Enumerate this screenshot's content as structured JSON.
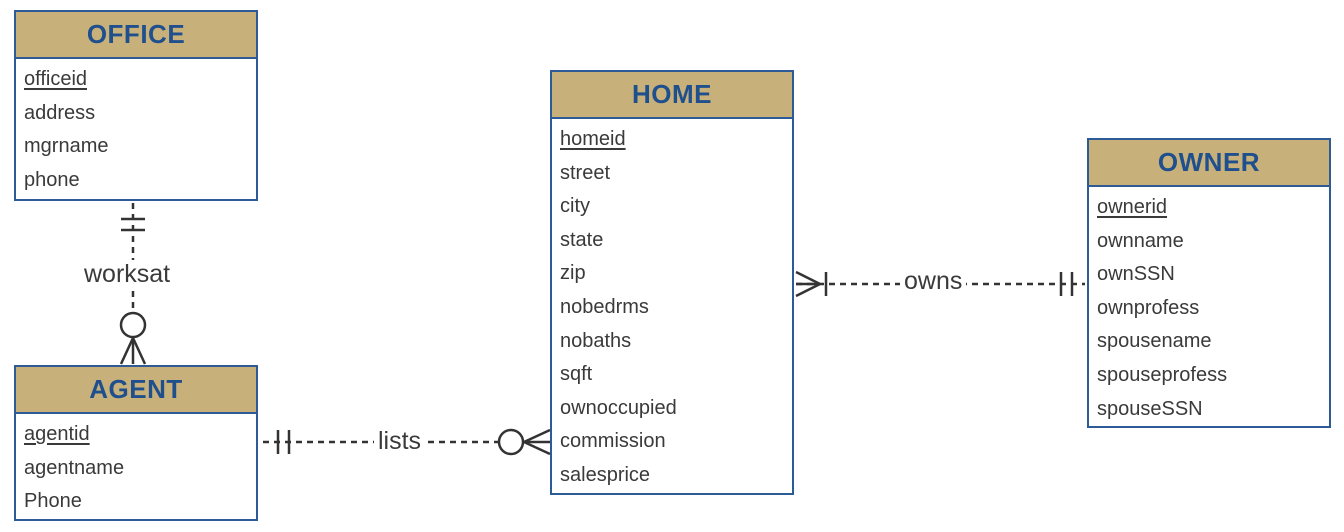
{
  "entities": {
    "office": {
      "name": "OFFICE",
      "attributes": [
        {
          "name": "officeid",
          "pk": true
        },
        {
          "name": "address",
          "pk": false
        },
        {
          "name": "mgrname",
          "pk": false
        },
        {
          "name": "phone",
          "pk": false
        }
      ]
    },
    "agent": {
      "name": "AGENT",
      "attributes": [
        {
          "name": "agentid",
          "pk": true
        },
        {
          "name": "agentname",
          "pk": false
        },
        {
          "name": "Phone",
          "pk": false
        }
      ]
    },
    "home": {
      "name": "HOME",
      "attributes": [
        {
          "name": "homeid",
          "pk": true
        },
        {
          "name": "street",
          "pk": false
        },
        {
          "name": "city",
          "pk": false
        },
        {
          "name": "state",
          "pk": false
        },
        {
          "name": "zip",
          "pk": false
        },
        {
          "name": "nobedrms",
          "pk": false
        },
        {
          "name": "nobaths",
          "pk": false
        },
        {
          "name": "sqft",
          "pk": false
        },
        {
          "name": "ownoccupied",
          "pk": false
        },
        {
          "name": "commission",
          "pk": false
        },
        {
          "name": "salesprice",
          "pk": false
        }
      ]
    },
    "owner": {
      "name": "OWNER",
      "attributes": [
        {
          "name": "ownerid",
          "pk": true
        },
        {
          "name": "ownname",
          "pk": false
        },
        {
          "name": "ownSSN",
          "pk": false
        },
        {
          "name": "ownprofess",
          "pk": false
        },
        {
          "name": "spousename",
          "pk": false
        },
        {
          "name": "spouseprofess",
          "pk": false
        },
        {
          "name": "spouseSSN",
          "pk": false
        }
      ]
    }
  },
  "relationships": {
    "worksat": "worksat",
    "lists": "lists",
    "owns": "owns"
  },
  "colors": {
    "header_fill": "#c7b07a",
    "border": "#2c5b97",
    "header_text": "#1f4f8d",
    "line": "#333333"
  }
}
